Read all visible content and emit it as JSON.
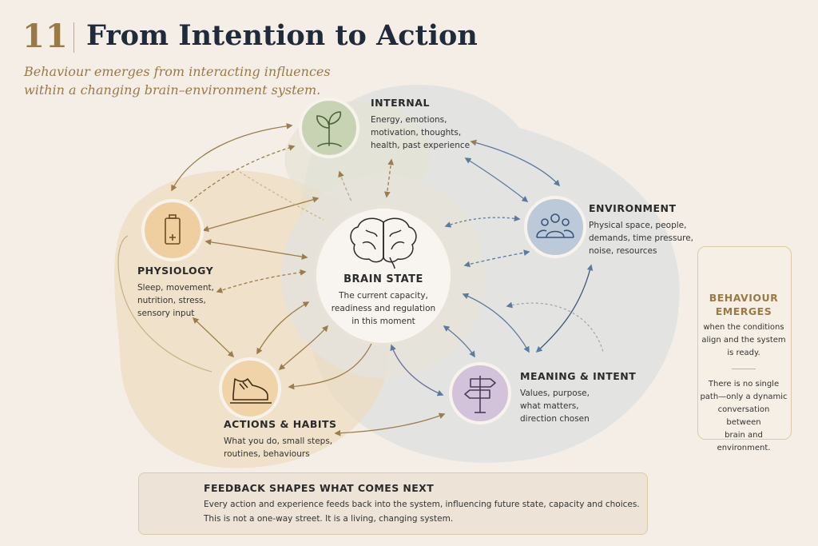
{
  "header": {
    "number": "11",
    "title": "From Intention to Action",
    "subtitle_line1": "Behaviour emerges from interacting influences",
    "subtitle_line2": "within a changing brain–environment system."
  },
  "center": {
    "title": "BRAIN STATE",
    "text_line1": "The current capacity,",
    "text_line2": "readiness and regulation",
    "text_line3": "in this moment",
    "icon": "brain-icon"
  },
  "nodes": {
    "internal": {
      "title": "INTERNAL",
      "lines": [
        "Energy, emotions,",
        "motivation, thoughts,",
        "health, past experience"
      ],
      "icon": "sprout-icon",
      "color": "#b9c9a6"
    },
    "environment": {
      "title": "ENVIRONMENT",
      "lines": [
        "Physical space, people,",
        "demands, time pressure,",
        "noise, resources"
      ],
      "icon": "people-icon",
      "color": "#b8c6d6"
    },
    "physiology": {
      "title": "PHYSIOLOGY",
      "lines": [
        "Sleep, movement,",
        "nutrition, stress,",
        "sensory input"
      ],
      "icon": "battery-icon",
      "color": "#ecc99a"
    },
    "actions": {
      "title": "ACTIONS & HABITS",
      "lines": [
        "What you do, small steps,",
        "routines, behaviours"
      ],
      "icon": "shoe-icon",
      "color": "#efd0a6"
    },
    "meaning": {
      "title": "MEANING & INTENT",
      "lines": [
        "Values, purpose,",
        "what matters,",
        "direction chosen"
      ],
      "icon": "signpost-icon",
      "color": "#cdbfd6"
    }
  },
  "emerges": {
    "title_line1": "BEHAVIOUR",
    "title_line2": "EMERGES",
    "text1_line1": "when the conditions",
    "text1_line2": "align and the system",
    "text1_line3": "is ready.",
    "text2_line1": "There is no single",
    "text2_line2": "path—only a dynamic",
    "text2_line3": "conversation between",
    "text2_line4": "brain and environment.",
    "icon": "ripple-icon"
  },
  "feedback": {
    "title": "FEEDBACK SHAPES WHAT COMES NEXT",
    "line1": "Every action and experience feeds back into the system, influencing future state, capacity and choices.",
    "line2": "This is not a one-way street. It is a living, changing system.",
    "icon": "cycle-arrows-icon"
  },
  "colors": {
    "gold": "#9a7a44",
    "navy": "#1f2b3a",
    "blue_arrow": "#5a7aa0",
    "brown_arrow": "#9b7d4a"
  }
}
